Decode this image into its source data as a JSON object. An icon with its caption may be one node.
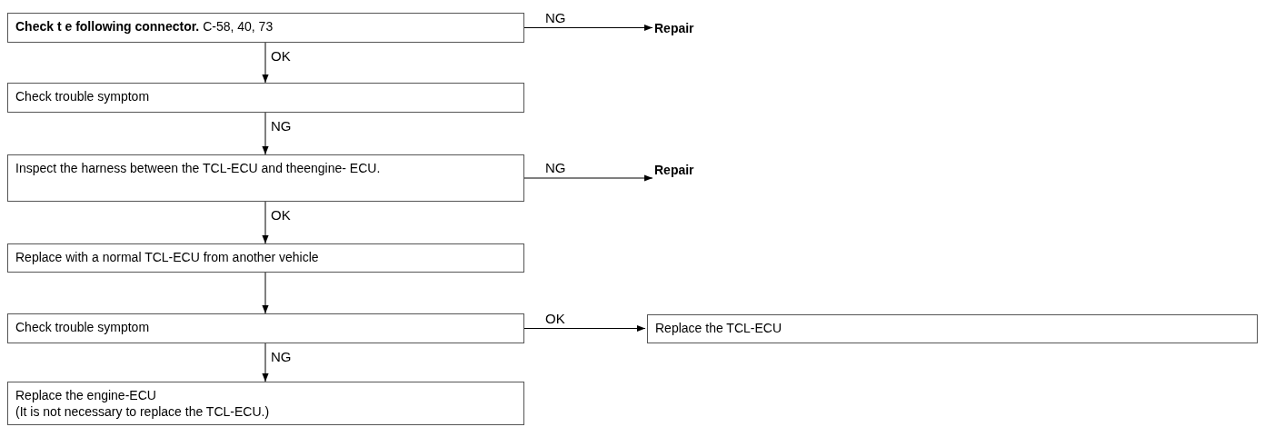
{
  "diagram": {
    "nodes": [
      {
        "text": [
          "**Check t e following connector.** C-58, 40, 73"
        ]
      },
      {
        "text": [
          "Repair"
        ]
      },
      {
        "text": [
          "Check trouble symptom"
        ]
      },
      {
        "text": [
          "Inspect the harness between the TCL-ECU and theengine- ECU."
        ]
      },
      {
        "text": [
          "Repair"
        ]
      },
      {
        "text": [
          "Replace with a normal TCL-ECU from another vehicle"
        ]
      },
      {
        "text": [
          "Check trouble symptom"
        ]
      },
      {
        "text": [
          "Replace the TCL-ECU"
        ]
      },
      {
        "text": [
          "Replace the engine-ECU",
          "(It is not necessary to replace the TCL-ECU.)"
        ]
      }
    ],
    "edges": [
      {
        "from": 0,
        "to": 1,
        "arrow": "to",
        "label": "NG"
      },
      {
        "from": 0,
        "to": 2,
        "arrow": "to",
        "label": "OK"
      },
      {
        "from": 2,
        "to": 3,
        "arrow": "to",
        "label": "NG"
      },
      {
        "from": 3,
        "to": 4,
        "arrow": "to",
        "label": "NG"
      },
      {
        "from": 3,
        "to": 5,
        "arrow": "to",
        "label": "OK"
      },
      {
        "from": 5,
        "to": 6,
        "arrow": "to"
      },
      {
        "from": 6,
        "to": 7,
        "arrow": "to",
        "label": "OK"
      },
      {
        "from": 6,
        "to": 8,
        "arrow": "to",
        "label": "NG"
      }
    ]
  }
}
